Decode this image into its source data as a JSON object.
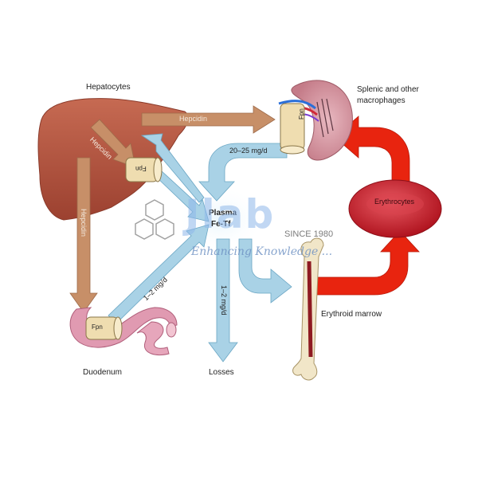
{
  "diagram": {
    "labels": {
      "hepatocytes": "Hepatocytes",
      "splenic_macrophages_line1": "Splenic and other",
      "splenic_macrophages_line2": "macrophages",
      "plasma_line1": "Plasma",
      "plasma_line2": "Fe-Tf",
      "erythrocytes": "Erythrocytes",
      "erythroid_marrow": "Erythroid marrow",
      "duodenum": "Duodenum",
      "losses": "Losses"
    },
    "arrows": {
      "hepcidin_liver_top": "Hepcidin",
      "hepcidin_liver_inner": "Hepcidin",
      "hepcidin_liver_down": "Hepcidin",
      "spleen_to_plasma_rate": "20–25 mg/d",
      "duodenum_to_plasma_rate": "1–2 mg/d",
      "plasma_to_losses_rate": "1–2 mg/d"
    },
    "ferroportin": {
      "liver": "Fpn",
      "spleen": "Fpn",
      "duodenum": "Fpn"
    }
  },
  "watermark": {
    "logo_text": "Jlab",
    "since": "SINCE 1980",
    "tagline": "Enhancing Knowledge ..."
  },
  "colors": {
    "liver": "#b5543d",
    "hepcidin_arrow": "#c78f68",
    "plasma_arrow": "#a9d2e6",
    "red_arrow": "#e8240f",
    "erythrocyte": "#c81e2c",
    "spleen": "#cf8f9a",
    "duodenum": "#e09ab1",
    "fpn": "#efddb0"
  }
}
